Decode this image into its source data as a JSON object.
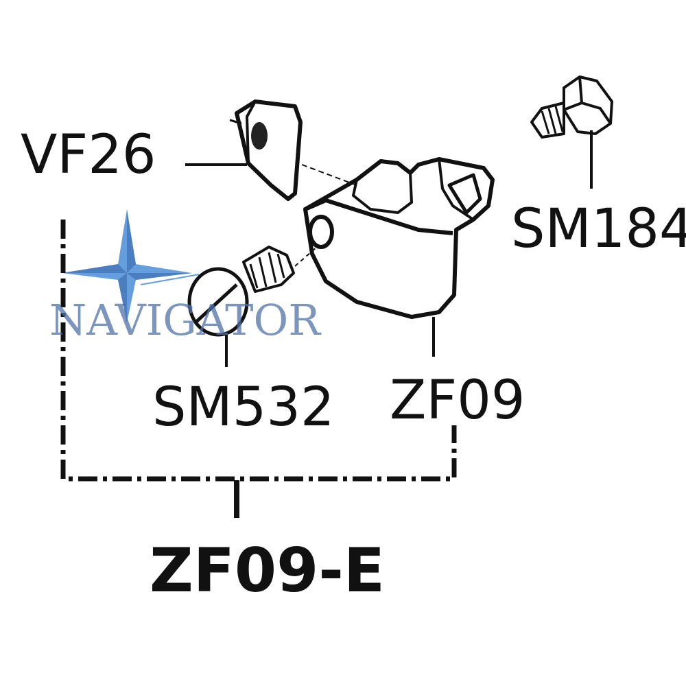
{
  "diagram": {
    "parts": [
      {
        "id": "VF26",
        "label": "VF26"
      },
      {
        "id": "SM184",
        "label": "SM184"
      },
      {
        "id": "SM532",
        "label": "SM532"
      },
      {
        "id": "ZF09",
        "label": "ZF09"
      }
    ],
    "assembly": {
      "label": "ZF09-E"
    },
    "watermark": {
      "text": "NAVIGATOR"
    },
    "colors": {
      "ink": "#111111",
      "watermark_blue": "#3f86d6"
    }
  }
}
